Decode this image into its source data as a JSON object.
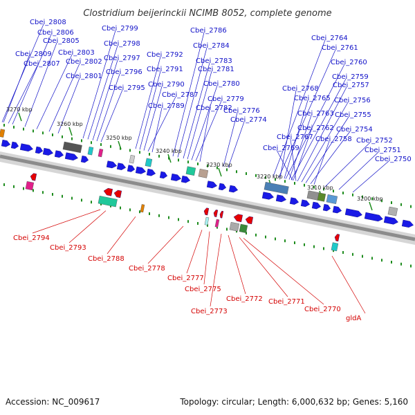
{
  "title": "Clostridium beijerinckii NCIMB 8052, complete genome",
  "footer": {
    "accession": "Accession: NC_009617",
    "topology": "Topology: circular; Length: 6,000,632 bp; Genes: 5,160"
  },
  "colors": {
    "forward_label": "#1010c8",
    "reverse_label": "#d40000",
    "forward_gene": "#1a1ae6",
    "reverse_gene": "#e60000",
    "backbone": "#8c8c8c",
    "tick": "#1e8c1e"
  },
  "ticks": [
    "3270 kbp",
    "3260 kbp",
    "3250 kbp",
    "3240 kbp",
    "3230 kbp",
    "3220 kbp",
    "3210 kbp",
    "3200 kbp"
  ],
  "forward_labels": [
    "Cbei_2808",
    "Cbei_2806",
    "Cbei_2805",
    "Cbei_2809",
    "Cbei_2803",
    "Cbei_2807",
    "Cbei_2802",
    "Cbei_2801",
    "Cbei_2799",
    "Cbei_2798",
    "Cbei_2797",
    "Cbei_2796",
    "Cbei_2795",
    "Cbei_2792",
    "Cbei_2791",
    "Cbei_2790",
    "Cbei_2787",
    "Cbei_2789",
    "Cbei_2786",
    "Cbei_2784",
    "Cbei_2783",
    "Cbei_2781",
    "Cbei_2780",
    "Cbei_2779",
    "Cbei_2782",
    "Cbei_2776",
    "Cbei_2774",
    "Cbei_2764",
    "Cbei_2761",
    "Cbei_2760",
    "Cbei_2759",
    "Cbei_2768",
    "Cbei_2757",
    "Cbei_2765",
    "Cbei_2756",
    "Cbei_2763",
    "Cbei_2755",
    "Cbei_2762",
    "Cbei_2754",
    "Cbei_2767",
    "Cbei_2758",
    "Cbei_2752",
    "Cbei_2769",
    "Cbei_2751",
    "Cbei_2750"
  ],
  "reverse_labels": [
    "Cbei_2794",
    "Cbei_2793",
    "Cbei_2788",
    "Cbei_2778",
    "Cbei_2777",
    "Cbei_2775",
    "Cbei_2773",
    "Cbei_2772",
    "Cbei_2771",
    "Cbei_2770",
    "gldA"
  ]
}
